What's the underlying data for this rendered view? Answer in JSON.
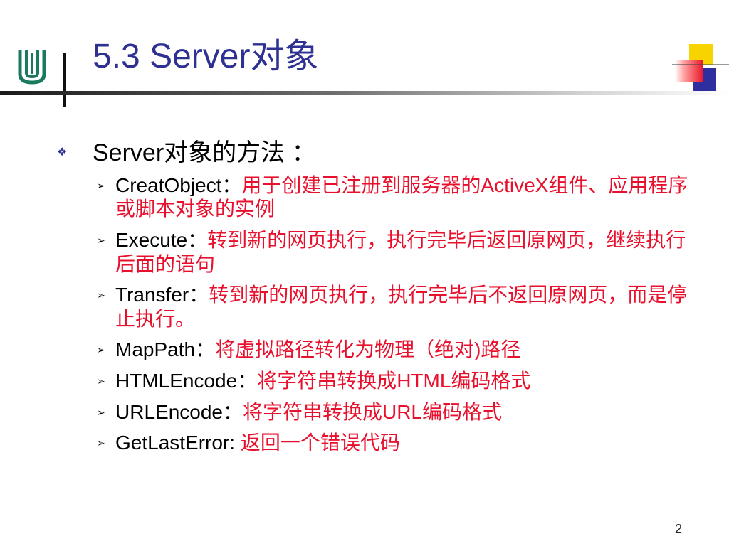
{
  "slide": {
    "title": "5.3  Server对象",
    "page_number": "2"
  },
  "colors": {
    "title": "#2e3192",
    "description": "#e8112d",
    "logo": "#1a7a5e"
  },
  "icons": {
    "logo": "school-logo-icon",
    "level1_bullet": "diamond-cluster-icon",
    "level2_bullet": "arrowhead-icon"
  },
  "content": {
    "heading": "Server对象的方法 ：",
    "items": [
      {
        "name": " CreatObject：",
        "description": "用于创建已注册到服务器的ActiveX组件、应用程序或脚本对象的实例"
      },
      {
        "name": "Execute：",
        "description": "转到新的网页执行，执行完毕后返回原网页，继续执行后面的语句"
      },
      {
        "name": "Transfer：",
        "description": "转到新的网页执行，执行完毕后不返回原网页，而是停止执行。"
      },
      {
        "name": "MapPath：",
        "description": "将虚拟路径转化为物理（绝对)路径"
      },
      {
        "name": "HTMLEncode：",
        "description": "将字符串转换成HTML编码格式"
      },
      {
        "name": "URLEncode：",
        "description": "将字符串转换成URL编码格式"
      },
      {
        "name": "GetLastError: ",
        "description": "返回一个错误代码"
      }
    ]
  }
}
